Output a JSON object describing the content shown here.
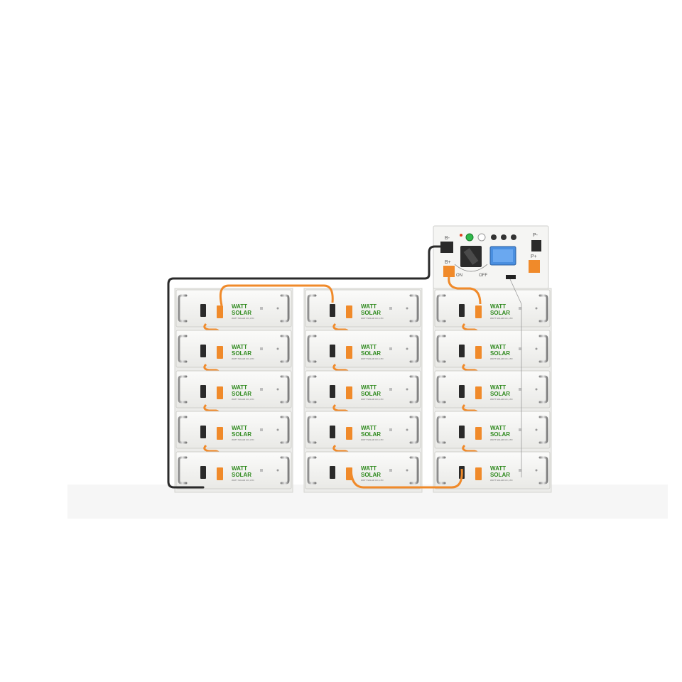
{
  "product": {
    "brand_line1": "WATT",
    "brand_line2": "SOLAR",
    "tagline": "WATT SOLAR CO.,LTD"
  },
  "control_box": {
    "terminal_b_minus": "B-",
    "terminal_b_plus": "B+",
    "terminal_p_minus": "P-",
    "terminal_p_plus": "P+",
    "switch_on": "ON",
    "switch_off": "OFF"
  },
  "layout_info": {
    "columns": 3,
    "modules_per_column": 5
  },
  "colors": {
    "module_body": "#f4f4f2",
    "cable_orange": "#f08a2a",
    "cable_black": "#2a2a2a",
    "brand_green": "#2f8a1e",
    "display_blue": "#4a8fe0"
  }
}
